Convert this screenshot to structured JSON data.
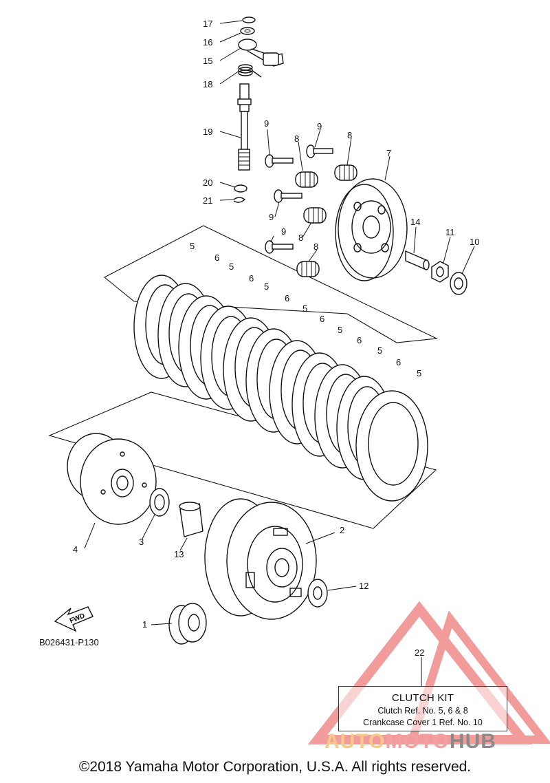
{
  "callouts": [
    "1",
    "2",
    "3",
    "4",
    "5",
    "6",
    "7",
    "8",
    "9",
    "10",
    "11",
    "12",
    "13",
    "14",
    "15",
    "16",
    "17",
    "18",
    "19",
    "20",
    "21",
    "22"
  ],
  "fwd_label": "FWD",
  "reference_code": "B026431-P130",
  "kit": {
    "number": "22",
    "title": "CLUTCH KIT",
    "line1": "Clutch Ref. No. 5, 6 & 8",
    "line2": "Crankcase Cover 1 Ref. No. 10"
  },
  "copyright": "©2018 Yamaha Motor Corporation, U.S.A. All rights reserved.",
  "watermark": {
    "part1": "AUTO",
    "part2": "MOTO",
    "part3": "HUB",
    "colors": {
      "auto": "#f6c98a",
      "moto": "#f2a0a0",
      "hub": "#8a8a8a",
      "triangle": "#e84a4a"
    }
  }
}
